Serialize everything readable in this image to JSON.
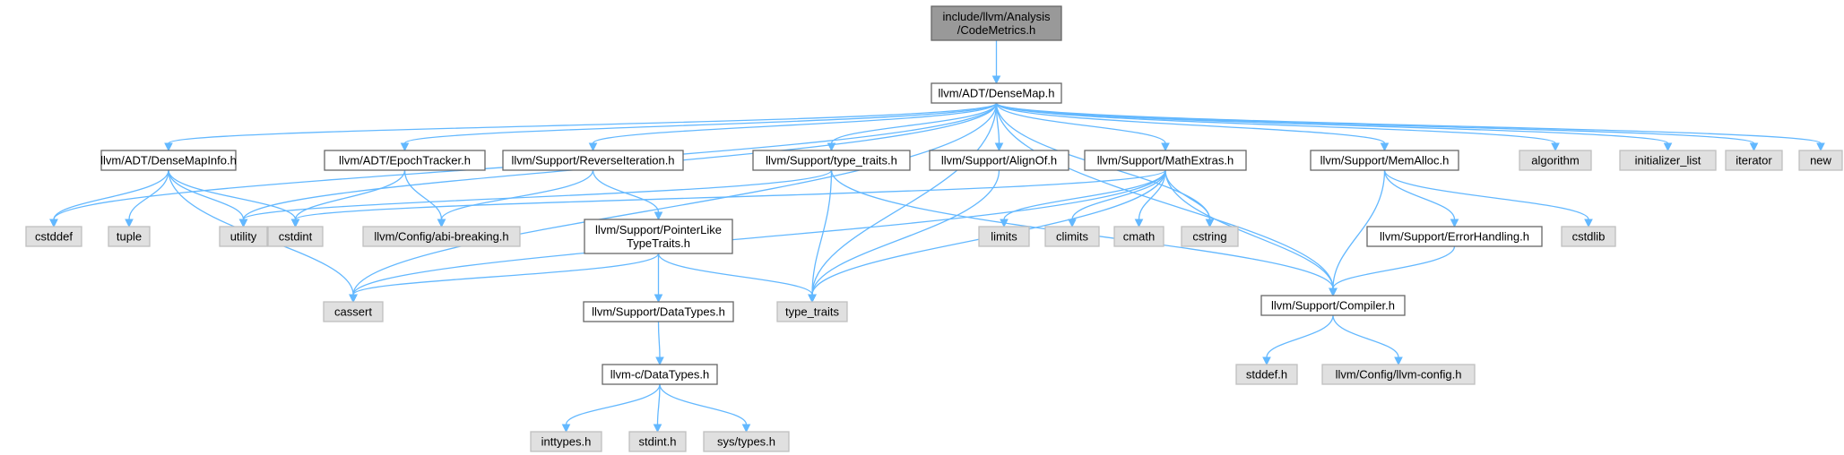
{
  "graph": {
    "nodes": {
      "codemetrics": {
        "lines": [
          "include/llvm/Analysis",
          "/CodeMetrics.h"
        ],
        "kind": "root"
      },
      "densemap": {
        "lines": [
          "llvm/ADT/DenseMap.h"
        ],
        "kind": "header"
      },
      "densemapinfo": {
        "lines": [
          "llvm/ADT/DenseMapInfo.h"
        ],
        "kind": "header"
      },
      "epochtracker": {
        "lines": [
          "llvm/ADT/EpochTracker.h"
        ],
        "kind": "header"
      },
      "reverseiter": {
        "lines": [
          "llvm/Support/ReverseIteration.h"
        ],
        "kind": "header"
      },
      "typetraits_h": {
        "lines": [
          "llvm/Support/type_traits.h"
        ],
        "kind": "header"
      },
      "alignof": {
        "lines": [
          "llvm/Support/AlignOf.h"
        ],
        "kind": "header"
      },
      "mathextras": {
        "lines": [
          "llvm/Support/MathExtras.h"
        ],
        "kind": "header"
      },
      "memalloc": {
        "lines": [
          "llvm/Support/MemAlloc.h"
        ],
        "kind": "header"
      },
      "algorithm": {
        "lines": [
          "algorithm"
        ],
        "kind": "system"
      },
      "initlist": {
        "lines": [
          "initializer_list"
        ],
        "kind": "system"
      },
      "iterator": {
        "lines": [
          "iterator"
        ],
        "kind": "system"
      },
      "new": {
        "lines": [
          "new"
        ],
        "kind": "system"
      },
      "cstddef": {
        "lines": [
          "cstddef"
        ],
        "kind": "system"
      },
      "tuple": {
        "lines": [
          "tuple"
        ],
        "kind": "system"
      },
      "utility": {
        "lines": [
          "utility"
        ],
        "kind": "system"
      },
      "cstdint": {
        "lines": [
          "cstdint"
        ],
        "kind": "system"
      },
      "abibreaking": {
        "lines": [
          "llvm/Config/abi-breaking.h"
        ],
        "kind": "system"
      },
      "pointerlike": {
        "lines": [
          "llvm/Support/PointerLike",
          "TypeTraits.h"
        ],
        "kind": "header"
      },
      "limits": {
        "lines": [
          "limits"
        ],
        "kind": "system"
      },
      "climits": {
        "lines": [
          "climits"
        ],
        "kind": "system"
      },
      "cmath": {
        "lines": [
          "cmath"
        ],
        "kind": "system"
      },
      "cstring": {
        "lines": [
          "cstring"
        ],
        "kind": "system"
      },
      "errorhandling": {
        "lines": [
          "llvm/Support/ErrorHandling.h"
        ],
        "kind": "header"
      },
      "cstdlib": {
        "lines": [
          "cstdlib"
        ],
        "kind": "system"
      },
      "cassert": {
        "lines": [
          "cassert"
        ],
        "kind": "system"
      },
      "type_traits": {
        "lines": [
          "type_traits"
        ],
        "kind": "system"
      },
      "compiler": {
        "lines": [
          "llvm/Support/Compiler.h"
        ],
        "kind": "header"
      },
      "datatypes": {
        "lines": [
          "llvm/Support/DataTypes.h"
        ],
        "kind": "header"
      },
      "cdatatypes": {
        "lines": [
          "llvm-c/DataTypes.h"
        ],
        "kind": "header"
      },
      "inttypes": {
        "lines": [
          "inttypes.h"
        ],
        "kind": "system"
      },
      "stdint": {
        "lines": [
          "stdint.h"
        ],
        "kind": "system"
      },
      "systypes": {
        "lines": [
          "sys/types.h"
        ],
        "kind": "system"
      },
      "stddef": {
        "lines": [
          "stddef.h"
        ],
        "kind": "system"
      },
      "llvmconfig": {
        "lines": [
          "llvm/Config/llvm-config.h"
        ],
        "kind": "system"
      }
    },
    "edges": [
      [
        "codemetrics",
        "densemap"
      ],
      [
        "densemap",
        "densemapinfo"
      ],
      [
        "densemap",
        "epochtracker"
      ],
      [
        "densemap",
        "reverseiter"
      ],
      [
        "densemap",
        "typetraits_h"
      ],
      [
        "densemap",
        "alignof"
      ],
      [
        "densemap",
        "mathextras"
      ],
      [
        "densemap",
        "memalloc"
      ],
      [
        "densemap",
        "algorithm"
      ],
      [
        "densemap",
        "initlist"
      ],
      [
        "densemap",
        "iterator"
      ],
      [
        "densemap",
        "new"
      ],
      [
        "densemap",
        "cstddef"
      ],
      [
        "densemap",
        "utility"
      ],
      [
        "densemap",
        "cassert"
      ],
      [
        "densemap",
        "type_traits"
      ],
      [
        "densemap",
        "cstring"
      ],
      [
        "densemap",
        "compiler"
      ],
      [
        "densemapinfo",
        "cstddef"
      ],
      [
        "densemapinfo",
        "tuple"
      ],
      [
        "densemapinfo",
        "utility"
      ],
      [
        "densemapinfo",
        "cstdint"
      ],
      [
        "densemapinfo",
        "cassert"
      ],
      [
        "epochtracker",
        "cstdint"
      ],
      [
        "epochtracker",
        "abibreaking"
      ],
      [
        "reverseiter",
        "abibreaking"
      ],
      [
        "reverseiter",
        "pointerlike"
      ],
      [
        "pointerlike",
        "cassert"
      ],
      [
        "pointerlike",
        "datatypes"
      ],
      [
        "pointerlike",
        "type_traits"
      ],
      [
        "datatypes",
        "cdatatypes"
      ],
      [
        "cdatatypes",
        "inttypes"
      ],
      [
        "cdatatypes",
        "stdint"
      ],
      [
        "cdatatypes",
        "systypes"
      ],
      [
        "typetraits_h",
        "utility"
      ],
      [
        "typetraits_h",
        "type_traits"
      ],
      [
        "typetraits_h",
        "compiler"
      ],
      [
        "alignof",
        "type_traits"
      ],
      [
        "mathextras",
        "cstdint"
      ],
      [
        "mathextras",
        "cassert"
      ],
      [
        "mathextras",
        "type_traits"
      ],
      [
        "mathextras",
        "limits"
      ],
      [
        "mathextras",
        "climits"
      ],
      [
        "mathextras",
        "cmath"
      ],
      [
        "mathextras",
        "cstring"
      ],
      [
        "mathextras",
        "compiler"
      ],
      [
        "memalloc",
        "compiler"
      ],
      [
        "memalloc",
        "errorhandling"
      ],
      [
        "memalloc",
        "cstdlib"
      ],
      [
        "errorhandling",
        "compiler"
      ],
      [
        "compiler",
        "stddef"
      ],
      [
        "compiler",
        "llvmconfig"
      ]
    ]
  },
  "colors": {
    "edge": "#63b8ff",
    "root_fill": "#999999",
    "header_fill": "#ffffff",
    "system_fill": "#e0e0e0",
    "border": "#666666"
  }
}
